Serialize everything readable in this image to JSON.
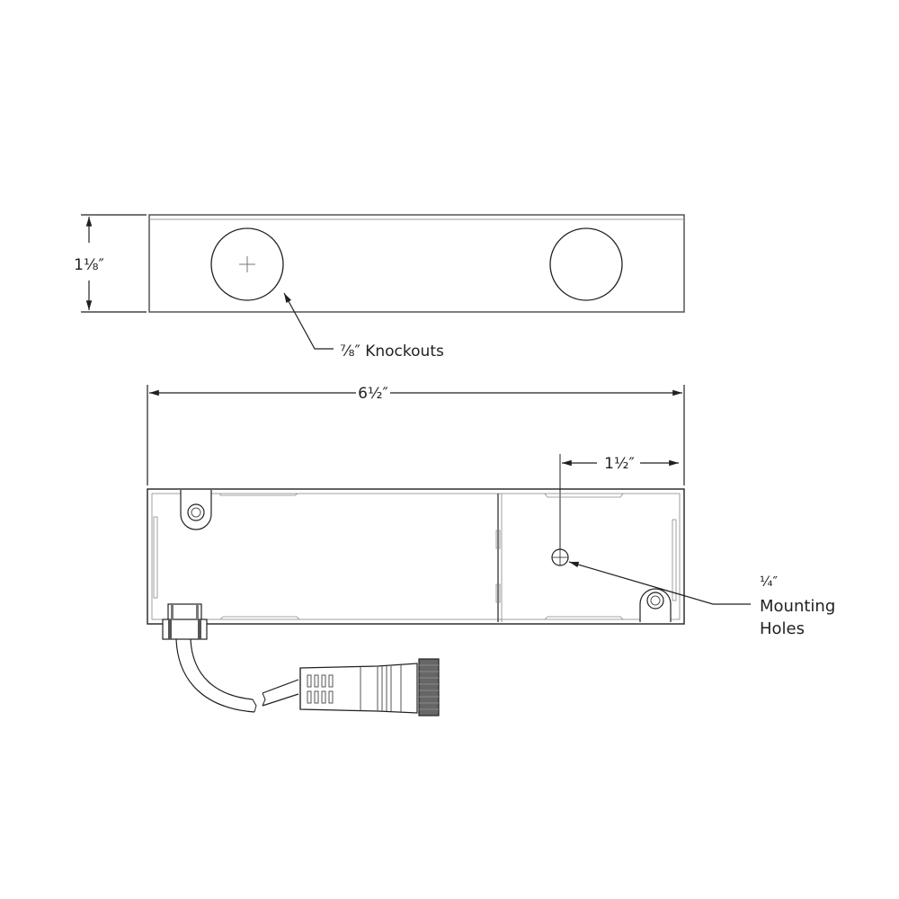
{
  "diagram": {
    "type": "technical-dimension-drawing",
    "top_view": {
      "height_dimension": "1⅛″",
      "knockout_label": "⅞″ Knockouts",
      "knockout_count": 2
    },
    "front_view": {
      "overall_width": "6½″",
      "hole_offset": "1½″",
      "mounting_label_line1": "¼″",
      "mounting_label_line2": "Mounting",
      "mounting_label_line3": "Holes"
    },
    "colors": {
      "line": "#231f20",
      "light_line": "#8a8a8a",
      "background": "#ffffff"
    }
  }
}
